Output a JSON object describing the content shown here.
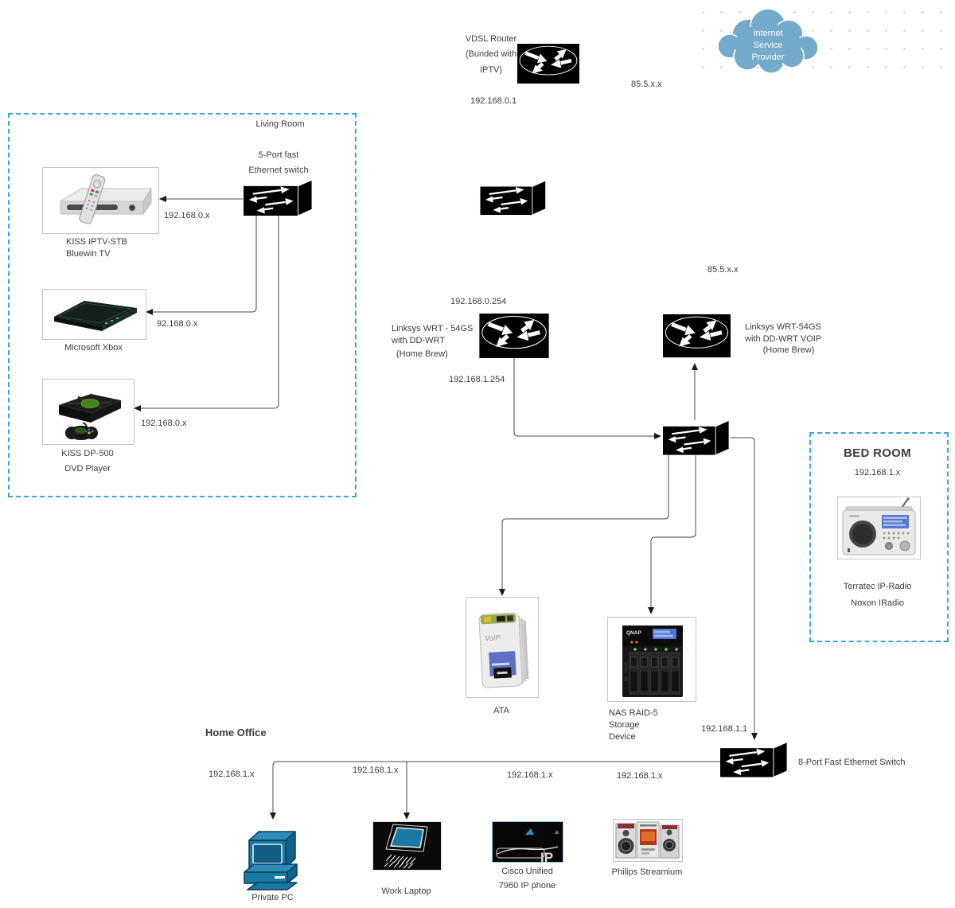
{
  "top": {
    "vdsl_label": "VDSL Router\n(Bunded with\nIPTV)",
    "vdsl_ip": "192.168.0.1",
    "wan_ip": "85.5.x.x",
    "cloud_label": "Internet\nService\nProvider"
  },
  "living_room": {
    "title": "Living Room",
    "switch_label": "5-Port fast\nEthernet switch",
    "stb": {
      "name": "KISS IPTV-STB\nBluewin TV",
      "ip": "192.168.0.x"
    },
    "xbox": {
      "name": "Microsoft Xbox",
      "ip": "92.168.0.x"
    },
    "dvd": {
      "name": "KISS DP-500\nDVD Player",
      "ip": "192.168.0.x"
    }
  },
  "core": {
    "wan_ip": "85.5.x.x",
    "router_left": {
      "name": "Linksys WRT - 54GS\nwith DD-WRT",
      "brew": "(Home Brew)",
      "ip_wan": "192.168.0.254",
      "ip_lan": "192.168.1.254"
    },
    "router_right": {
      "name": "Linksys WRT-54GS\nwith DD-WRT VOIP",
      "brew": "(Home Brew)"
    },
    "ata_label": "ATA",
    "nas_label": "NAS RAID-5\nStorage\nDevice"
  },
  "bedroom": {
    "title": "BED ROOM",
    "ip": "192.168.1.x",
    "radio_name": "Terratec IP-Radio",
    "radio_model": "Noxon IRadio"
  },
  "home_office": {
    "title": "Home Office",
    "switch_ip": "192.168.1.1",
    "switch_label": "8-Port Fast Ethernet Switch",
    "pc": {
      "name": "Private PC",
      "ip": "192.168.1.x"
    },
    "laptop": {
      "name": "Work Laptop",
      "ip": "192.168.1.x"
    },
    "phone": {
      "name": "Cisco Unified\n7960 IP phone",
      "ip": "192.168.1.x"
    },
    "stereo": {
      "name": "Philips Streamium",
      "ip": "192.168.1.x"
    }
  },
  "colors": {
    "dashed_box": "#3ba3dc",
    "cloud": "#74aacb",
    "pc_blue": "#1878a6",
    "line": "#4a4a4a"
  }
}
